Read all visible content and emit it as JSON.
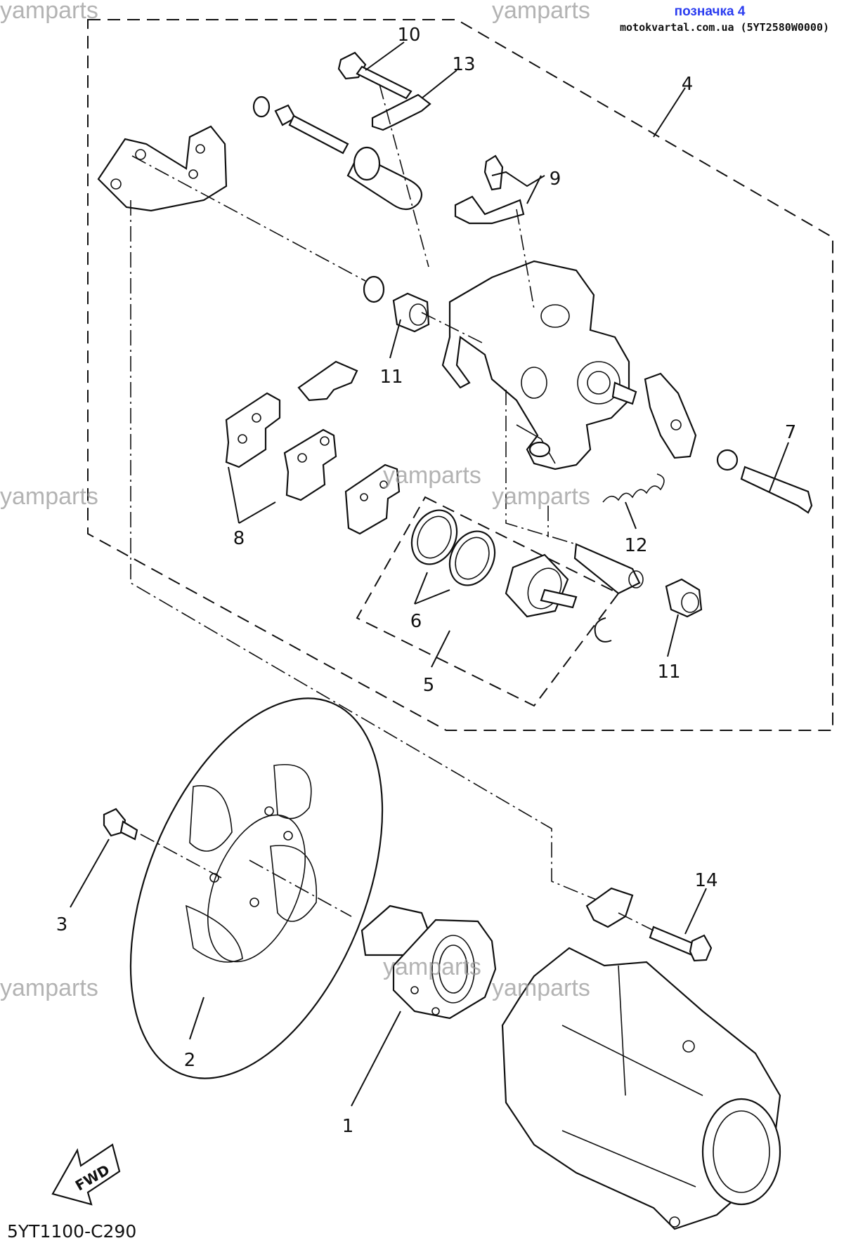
{
  "header": {
    "label": "позначка 4",
    "site": "motokvartal.com.ua (5YT2580W0000)",
    "label_color": "#2a3cf0"
  },
  "watermark": "yamparts",
  "diagram_code": "5YT1100-C290",
  "fwd_label": "FWD",
  "callouts": {
    "c1": "1",
    "c2": "2",
    "c3": "3",
    "c4": "4",
    "c5": "5",
    "c6": "6",
    "c7": "7",
    "c8": "8",
    "c9": "9",
    "c10": "10",
    "c11a": "11",
    "c11b": "11",
    "c12": "12",
    "c13": "13",
    "c14": "14"
  }
}
